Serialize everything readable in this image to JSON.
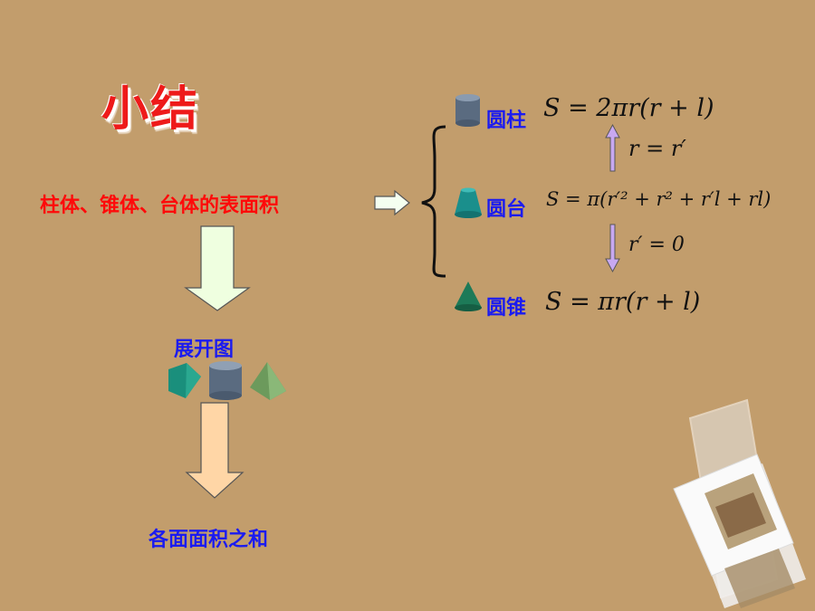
{
  "title": "小结",
  "main_label": "柱体、锥体、台体的表面积",
  "unfold_label": "展开图",
  "sum_label": "各面面积之和",
  "shapes": [
    {
      "name": "圆柱",
      "formula": "S = 2πr(r + l)"
    },
    {
      "name": "圆台",
      "formula": "S = π(r′² + r² + r′l + rl)"
    },
    {
      "name": "圆锥",
      "formula": "S = πr(r + l)"
    }
  ],
  "transitions": {
    "up": "r = r′",
    "down": "r′ = 0"
  },
  "colors": {
    "background": "#c29d6c",
    "title": "#ee1a1a",
    "blue_text": "#1b1bf0",
    "arrow_green": "#efffe0",
    "arrow_peach": "#ffd6a6",
    "arrow_purple": "#c8a8f0"
  }
}
